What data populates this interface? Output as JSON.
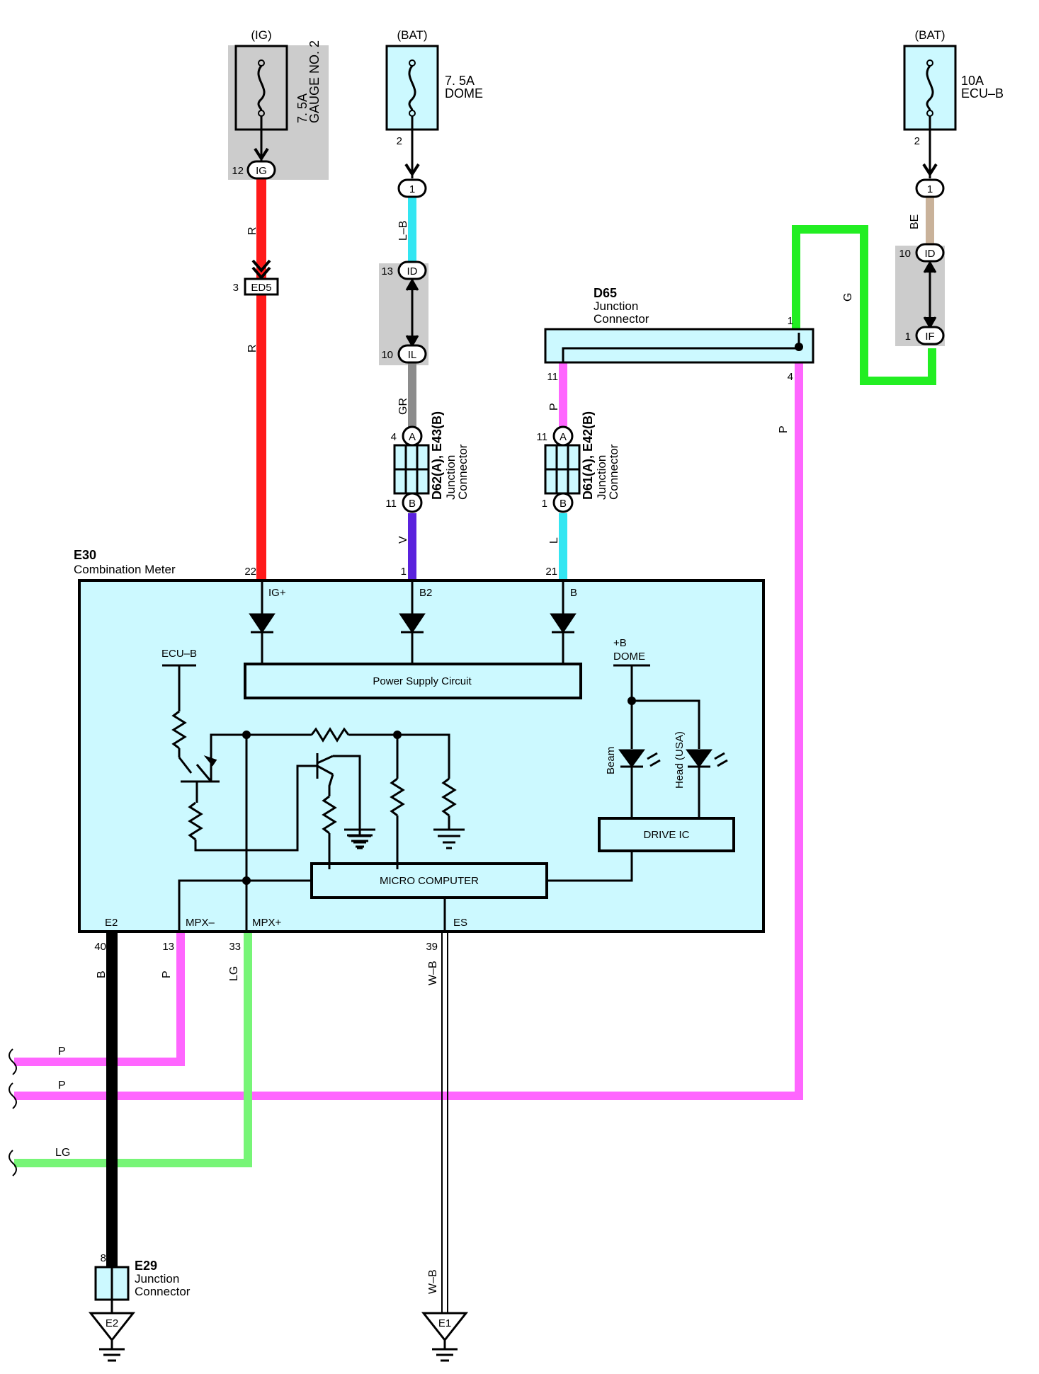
{
  "colors": {
    "red": "#ff1a1a",
    "cyan": "#33e6f2",
    "gray": "#8c8c8c",
    "violet": "#5a22dd",
    "pink": "#ff66ff",
    "green": "#22ee22",
    "light_green": "#77f577",
    "tan": "#c9b29a",
    "black": "#000000",
    "component_fill": "#ccf9ff",
    "shade": "#cccccc"
  },
  "fuses": [
    {
      "source": "(IG)",
      "rating": "7. 5A",
      "name": "GAUGE NO. 2",
      "out_pin": "12"
    },
    {
      "source": "(BAT)",
      "rating": "7. 5A",
      "name": "DOME",
      "out_pin": "2"
    },
    {
      "source": "(BAT)",
      "rating": "10A",
      "name": "ECU–B",
      "out_pin": "2"
    }
  ],
  "connectors": {
    "ig": {
      "code": "IG"
    },
    "ed5": {
      "pin": "3",
      "code": "ED5"
    },
    "c1a": {
      "code": "1"
    },
    "c1b": {
      "code": "1"
    },
    "id_left": {
      "pin": "13",
      "code": "ID"
    },
    "il": {
      "pin": "10",
      "code": "IL"
    },
    "id_right": {
      "pin": "10",
      "code": "ID"
    },
    "if": {
      "pin": "1",
      "code": "IF"
    }
  },
  "wire_codes": {
    "r1": "R",
    "r2": "R",
    "lb": "L–B",
    "gr": "GR",
    "v": "V",
    "p_mid": "P",
    "l": "L",
    "p_right": "P",
    "g": "G",
    "be": "BE",
    "b": "B",
    "p_bottom": "P",
    "lg": "LG",
    "wb1": "W–B",
    "wb2": "W–B",
    "side_p1": "P",
    "side_p2": "P",
    "side_lg": "LG"
  },
  "junction_left": {
    "name": "D62(A), E43(B)",
    "desc1": "Junction",
    "desc2": "Connector",
    "pin_a": "4",
    "pin_b": "11",
    "a": "A",
    "b": "B"
  },
  "junction_mid": {
    "name": "D61(A), E42(B)",
    "desc1": "Junction",
    "desc2": "Connector",
    "pin_a": "11",
    "pin_b": "1",
    "a": "A",
    "b": "B"
  },
  "d65": {
    "name": "D65",
    "desc1": "Junction",
    "desc2": "Connector",
    "pin_11": "11",
    "pin_1": "1",
    "pin_4": "4"
  },
  "meter": {
    "code": "E30",
    "name": "Combination Meter",
    "pins_top": {
      "ig": "22",
      "b2": "1",
      "b": "21"
    },
    "terminals_top": {
      "ig": "IG+",
      "b2": "B2",
      "b": "B"
    },
    "ecu_b": "ECU–B",
    "plus_b": "+B",
    "dome": "DOME",
    "power_supply": "Power Supply Circuit",
    "beam": "Beam",
    "head": "Head (USA)",
    "drive_ic": "DRIVE IC",
    "micro": "MICRO COMPUTER",
    "terminals_bottom": {
      "e2": "E2",
      "mpx_minus": "MPX–",
      "mpx_plus": "MPX+",
      "es": "ES"
    },
    "pins_bottom": {
      "e2": "40",
      "mpx_minus": "13",
      "mpx_plus": "33",
      "es": "39"
    }
  },
  "e29": {
    "code": "E29",
    "desc1": "Junction",
    "desc2": "Connector",
    "pin": "8"
  },
  "grounds": {
    "e2": "E2",
    "e1": "E1"
  }
}
